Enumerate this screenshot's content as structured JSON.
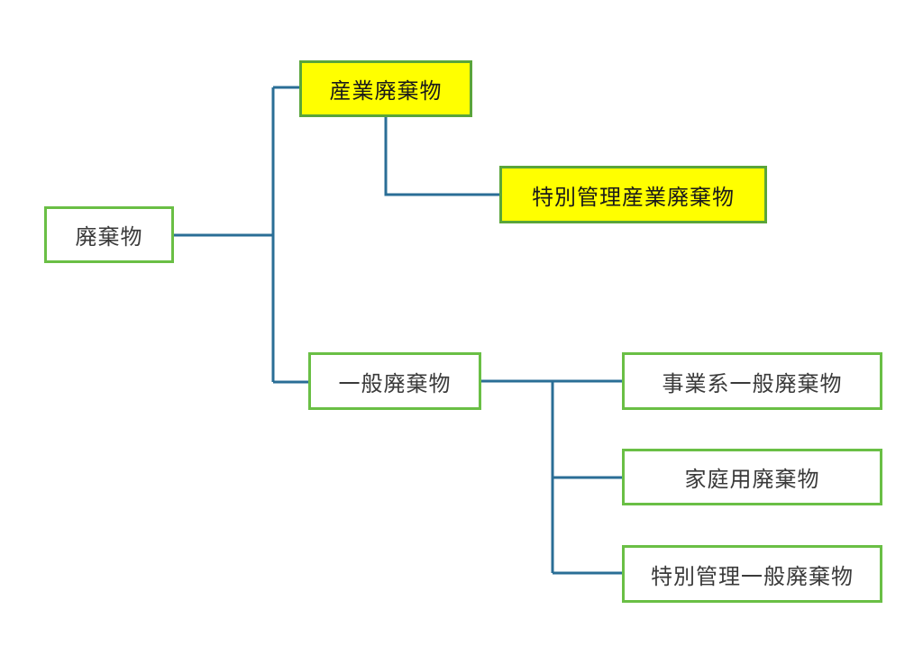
{
  "diagram": {
    "root": {
      "label": "廃棄物"
    },
    "industrial": {
      "label": "産業廃棄物",
      "highlighted": true
    },
    "special_industrial": {
      "label": "特別管理産業廃棄物",
      "highlighted": true
    },
    "general": {
      "label": "一般廃棄物"
    },
    "business_general": {
      "label": "事業系一般廃棄物"
    },
    "household": {
      "label": "家庭用廃棄物"
    },
    "special_general": {
      "label": "特別管理一般廃棄物"
    }
  },
  "colors": {
    "connector": "#2a6e96",
    "border": "#6abf45",
    "highlight_fill": "#ffff00"
  }
}
